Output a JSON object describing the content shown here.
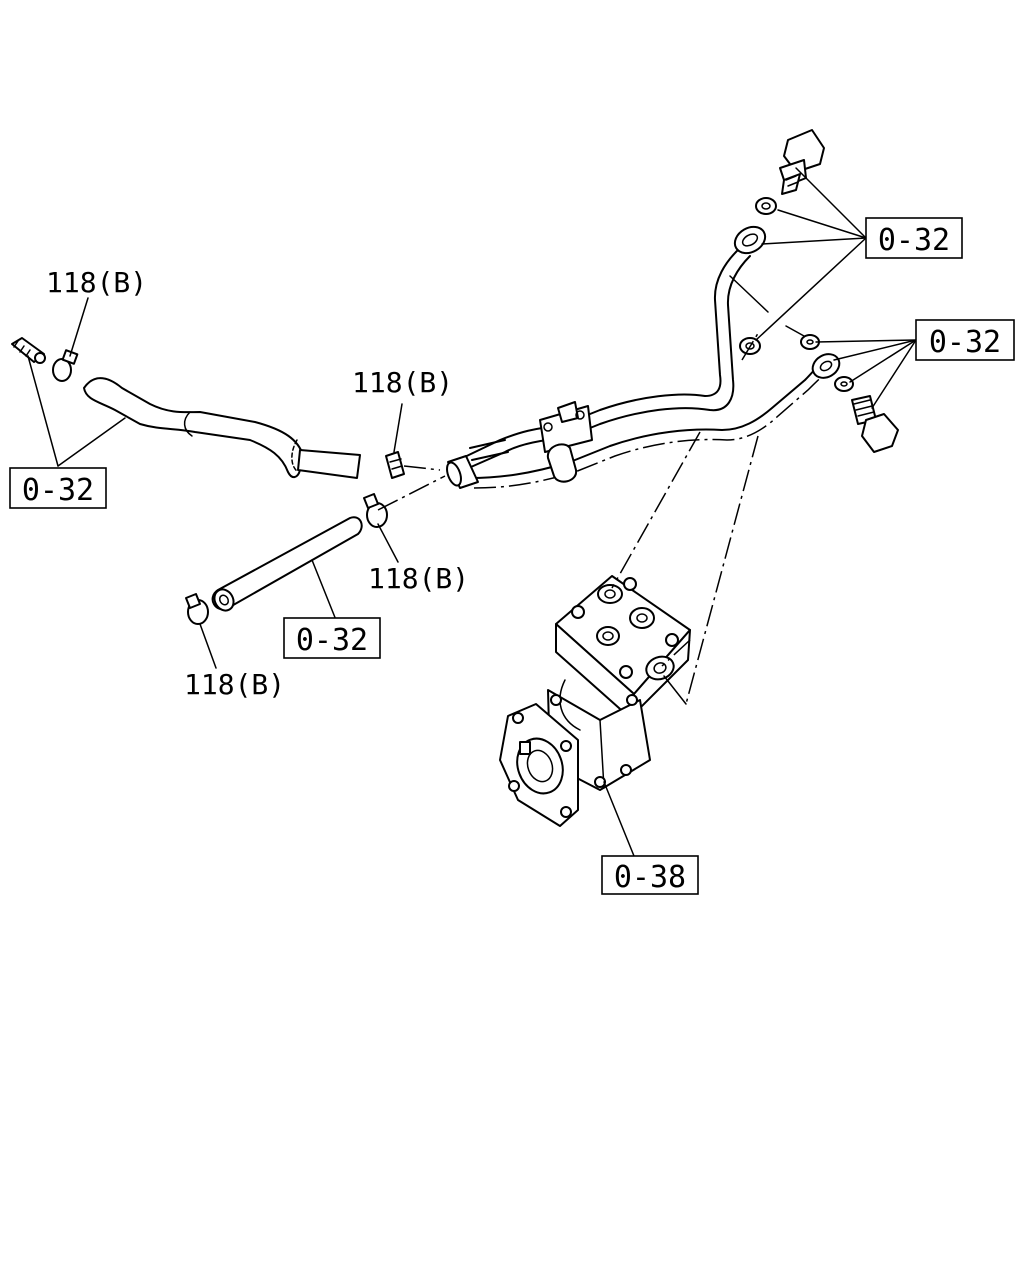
{
  "labels": {
    "clip_a": "118(B)",
    "clip_b": "118(B)",
    "clip_c": "118(B)",
    "clip_d": "118(B)"
  },
  "refs": {
    "ref_left": "0-32",
    "ref_center": "0-32",
    "ref_top_right": "0-32",
    "ref_right": "0-32",
    "ref_compressor": "0-38"
  }
}
